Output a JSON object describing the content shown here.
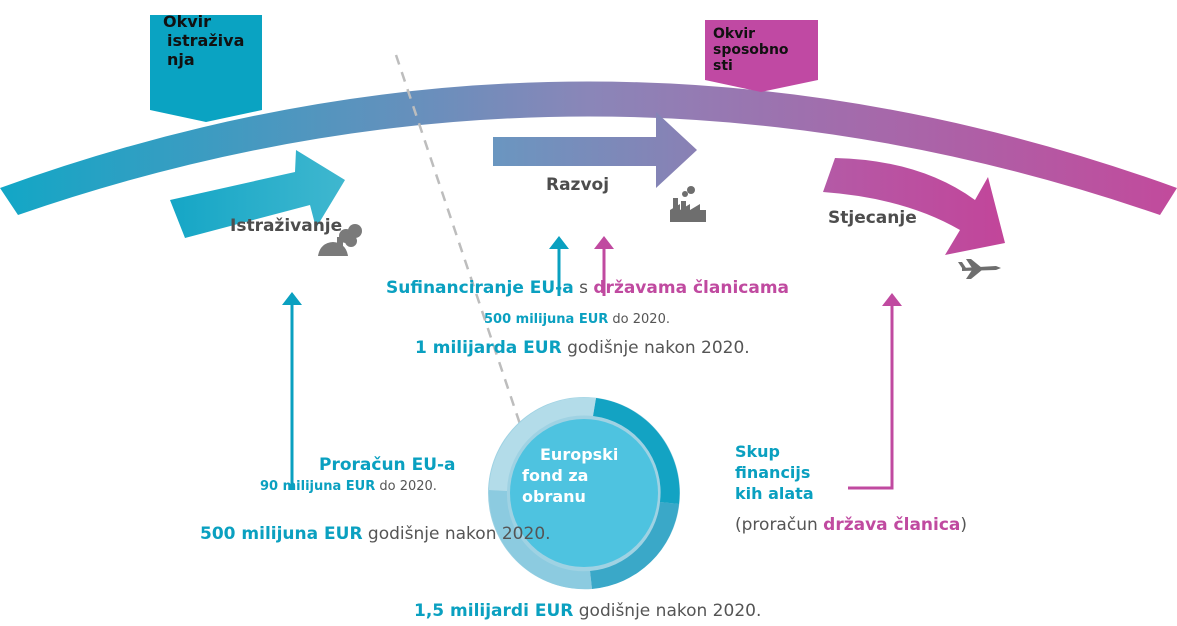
{
  "frames": {
    "research": {
      "label_lines": [
        "Okvir",
        "istraživa",
        "nja"
      ]
    },
    "capability": {
      "label_lines": [
        "Okvir",
        "sposobno",
        "sti"
      ]
    }
  },
  "stages": {
    "research": "Istraživanje",
    "development": "Razvoj",
    "acquisition": "Stjecanje"
  },
  "cofinancing": {
    "title_part1": "Sufinanciranje EU-a",
    "title_mid": " s ",
    "title_part2": "državama članicama",
    "line1_amount": "500 milijuna EUR",
    "line1_rest": " do 2020.",
    "line2_amount": "1 milijarda EUR",
    "line2_rest": " godišnje nakon 2020."
  },
  "eu_budget": {
    "title": "Proračun EU-a",
    "line1_amount": "90 milijuna EUR",
    "line1_rest": " do 2020.",
    "line2_amount": "500 milijuna EUR",
    "line2_rest": " godišnje nakon 2020."
  },
  "fund": {
    "name_lines": [
      "Europski",
      "fond za",
      "obranu"
    ],
    "total_amount": "1,5 milijardi EUR",
    "total_rest": " godišnje nakon 2020."
  },
  "toolbox": {
    "title_lines": [
      "Skup",
      "financijs",
      "kih alata"
    ],
    "sub_open": "(proračun ",
    "sub_highlight": "država članica",
    "sub_close": ")"
  },
  "colors": {
    "teal": "#0aa0c0",
    "magenta": "#c04aa0",
    "fund_blue": "#4ec3e0"
  },
  "icons": [
    "explosion-icon",
    "factory-icon",
    "fighter-jet-icon"
  ]
}
